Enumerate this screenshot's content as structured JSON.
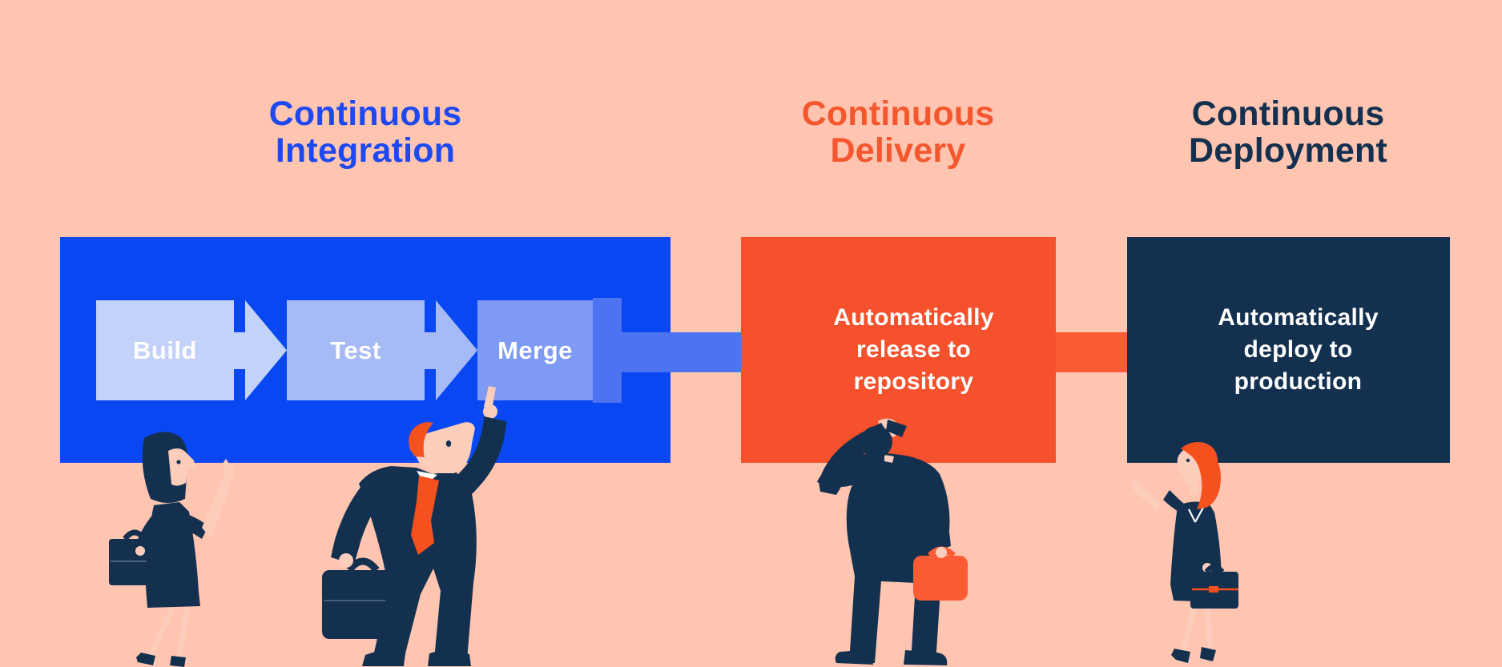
{
  "palette": {
    "bg": "#ffc5b1",
    "blue-box": "#0847f1",
    "blue-title": "#1e49f1",
    "step-build": "#c3d2f9",
    "step-test": "#a6bbf6",
    "step-merge": "#7f9af2",
    "arrow-blue": "#4e73f0",
    "orange-box": "#f4512c",
    "orange-title": "#f4572e",
    "arrow-orange": "#fb5c33",
    "navy": "#14304f",
    "white": "#ffffff",
    "skin": "#fccdbb",
    "hair-orange": "#f4511e"
  },
  "sections": {
    "ci": {
      "title": "Continuous\nIntegration",
      "steps": [
        {
          "label": "Build"
        },
        {
          "label": "Test"
        },
        {
          "label": "Merge"
        }
      ]
    },
    "cd": {
      "title": "Continuous\nDelivery",
      "body": "Automatically\nrelease to\nrepository"
    },
    "cdep": {
      "title": "Continuous\nDeployment",
      "body": "Automatically\ndeploy to\nproduction"
    }
  },
  "illustrations": {
    "people": [
      "woman-pointing-up",
      "man-pointing-at-merge",
      "man-scratching-head",
      "woman-pointing-at-deployment-box"
    ]
  }
}
